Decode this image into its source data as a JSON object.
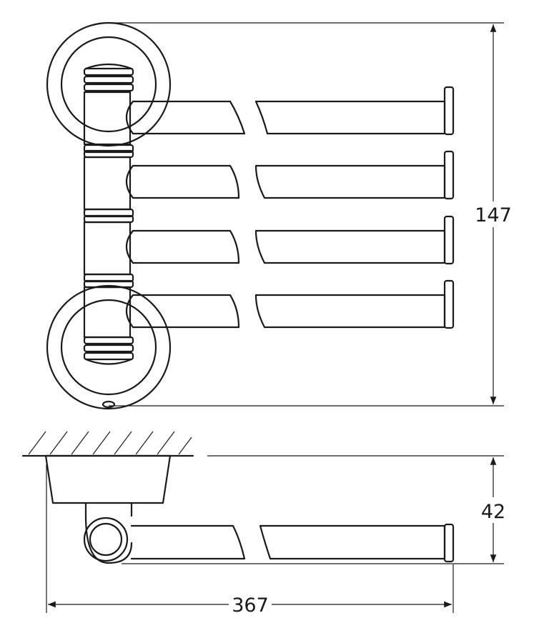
{
  "dimensions": {
    "height_label": "147",
    "depth_label": "42",
    "length_label": "367"
  },
  "views": {
    "front": {
      "bar_count": 4
    },
    "side": {
      "bar_count": 1
    }
  },
  "colors": {
    "line": "#1a1a1a",
    "background": "#ffffff"
  }
}
